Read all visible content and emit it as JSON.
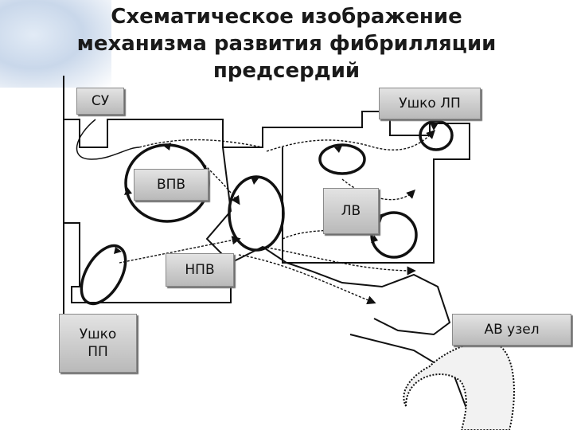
{
  "title": {
    "line1": "Схематическое изображение",
    "line2": "механизма развития фибрилляции",
    "line3": "предсердий"
  },
  "labels": {
    "su": "СУ",
    "ushko_lp": "Ушко ЛП",
    "vpv": "ВПВ",
    "lv": "ЛВ",
    "npv": "НПВ",
    "ushko_pp_line1": "Ушко",
    "ushko_pp_line2": "ПП",
    "av_uzel": "АВ узел"
  }
}
